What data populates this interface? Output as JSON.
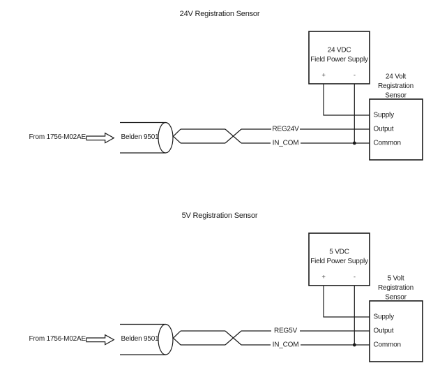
{
  "page": {
    "background": "#ffffff",
    "line_color": "#1a1a1a",
    "text_color": "#1c1c1c"
  },
  "diagrams": [
    {
      "title": "24V Registration Sensor",
      "source_label": "From 1756-M02AE",
      "cable_label": "Belden 9501",
      "wires": {
        "signal": "REG24V",
        "common": "IN_COM"
      },
      "power_supply": {
        "name_line1": "24 VDC",
        "name_line2": "Field Power Supply",
        "terminal_positive": "+",
        "terminal_negative": "-"
      },
      "sensor": {
        "name_line1": "24 Volt",
        "name_line2": "Registration",
        "name_line3": "Sensor",
        "terminals": [
          "Supply",
          "Output",
          "Common"
        ]
      }
    },
    {
      "title": "5V Registration Sensor",
      "source_label": "From 1756-M02AE",
      "cable_label": "Belden 9501",
      "wires": {
        "signal": "REG5V",
        "common": "IN_COM"
      },
      "power_supply": {
        "name_line1": "5 VDC",
        "name_line2": "Field Power Supply",
        "terminal_positive": "+",
        "terminal_negative": "-"
      },
      "sensor": {
        "name_line1": "5 Volt",
        "name_line2": "Registration",
        "name_line3": "Sensor",
        "terminals": [
          "Supply",
          "Output",
          "Common"
        ]
      }
    }
  ]
}
